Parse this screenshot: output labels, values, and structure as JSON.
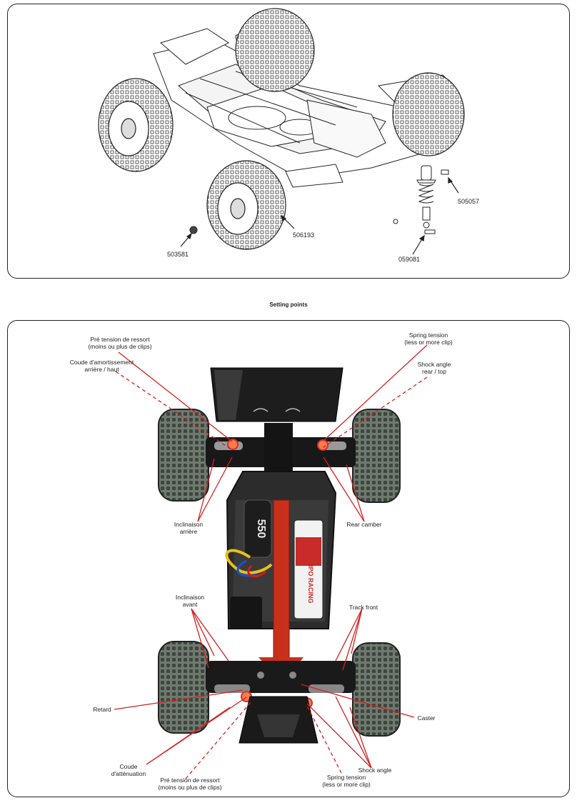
{
  "exploded_view": {
    "part_numbers": {
      "p503581": "503581",
      "p506193": "506193",
      "p505057": "505057",
      "p059081": "059081"
    }
  },
  "setting_points": {
    "title": "Setting points",
    "labels": {
      "pre_tension_top_l1": "Pré tension de ressort",
      "pre_tension_top_l2": "(moins ou plus de clips)",
      "coude_l1": "Coude d'amortissement",
      "coude_l2": "arrière / haut",
      "spring_tension_top_l1": "Spring tension",
      "spring_tension_top_l2": "(less or more clip)",
      "shock_angle_top_l1": "Shock angle",
      "shock_angle_top_l2": "rear / top",
      "inclinaison_arriere_l1": "Inclinaison",
      "inclinaison_arriere_l2": "arrière",
      "rear_camber": "Rear camber",
      "inclinaison_avant_l1": "Inclinaison",
      "inclinaison_avant_l2": "avant",
      "track_front": "Track front",
      "retard": "Retard",
      "caster": "Caster",
      "coude_att_l1": "Coude",
      "coude_att_l2": "d'atténuation",
      "pre_tension_bottom_l1": "Pré tension de ressort",
      "pre_tension_bottom_l2": "(moins ou plus de clips)",
      "shock_angle_bottom": "Shock angle",
      "spring_tension_bottom_l1": "Spring tension",
      "spring_tension_bottom_l2": "(less or more clip)"
    },
    "battery_text": "LIPO RACING",
    "motor_text": "550",
    "leader_color": "#d42020"
  }
}
